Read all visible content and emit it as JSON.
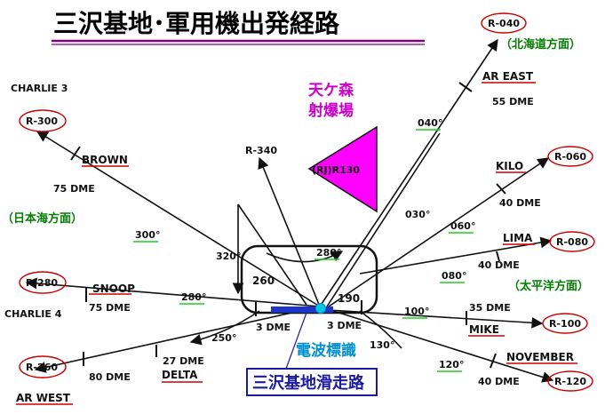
{
  "title": "三沢基地･軍用機出発経路",
  "colors": {
    "title": "#000000",
    "title_underline": "#800080",
    "radial_circle": "#cc0000",
    "fix_underline": "#cc0000",
    "degree_underline": "#22cc22",
    "region": "#008000",
    "range_fill": "#ff00ff",
    "range_text": "#cc00cc",
    "runway": "#1f35c8",
    "station": "#00c8e0",
    "station_label": "#0090d0",
    "runway_label": "#1a1aa0",
    "line": "#111111"
  },
  "regions": {
    "hokkaido": "（北海道方面）",
    "japan_sea": "（日本海方面）",
    "pacific": "（太平洋方面）"
  },
  "range": {
    "name": "天ケ森\n射爆場",
    "code": "(RJ)R130"
  },
  "radials": [
    {
      "label": "R-040"
    },
    {
      "label": "R-300"
    },
    {
      "label": "R-060"
    },
    {
      "label": "R-080"
    },
    {
      "label": "R-280"
    },
    {
      "label": "R-100"
    },
    {
      "label": "R-260"
    },
    {
      "label": "R-120"
    }
  ],
  "r340": "R-340",
  "fixes": {
    "ar_east": {
      "name": "AR EAST",
      "dme": "55 DME"
    },
    "brown": {
      "name": "BROWN",
      "dme": "75 DME"
    },
    "kilo": {
      "name": "KILO",
      "dme": "40 DME"
    },
    "lima": {
      "name": "LIMA",
      "dme": "40 DME"
    },
    "snoop": {
      "name": "SNOOP",
      "dme": "75 DME"
    },
    "mike": {
      "name": "MIKE",
      "dme": "35 DME"
    },
    "delta": {
      "name": "DELTA",
      "dme": "27 DME"
    },
    "november": {
      "name": "NOVEMBER",
      "dme": "40 DME"
    },
    "ar_west": {
      "name": "AR WEST",
      "dme": "80 DME"
    }
  },
  "charlie3": "CHARLIE 3",
  "charlie4": "CHARLIE 4",
  "headings": [
    "040°",
    "030°",
    "060°",
    "080°",
    "100°",
    "120°",
    "130°",
    "280°",
    "320°",
    "300°",
    "280°",
    "250°"
  ],
  "pattern": {
    "n260": "260",
    "n190": "190",
    "dme_left": "3 DME",
    "dme_right": "3 DME"
  },
  "station_label": "電波標識",
  "runway_label": "三沢基地滑走路"
}
